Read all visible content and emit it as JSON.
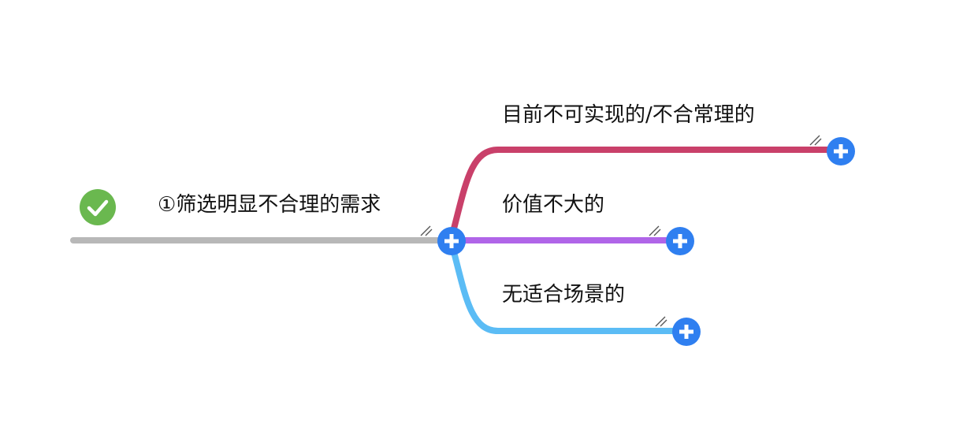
{
  "root": {
    "label": "①筛选明显不合理的需求",
    "status_icon": "check-circle-icon",
    "color": "#b8b8b8"
  },
  "branches": [
    {
      "label": "目前不可实现的/不合常理的",
      "color": "#c9406a"
    },
    {
      "label": "价值不大的",
      "color": "#b065e8"
    },
    {
      "label": "无适合场景的",
      "color": "#5bbcf5"
    }
  ],
  "colors": {
    "expand_button": "#2f7ff0",
    "check": "#6ab84f"
  }
}
